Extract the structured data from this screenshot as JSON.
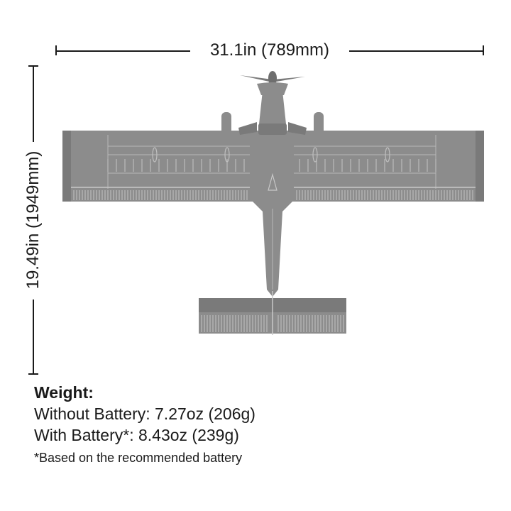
{
  "dimensions": {
    "wingspan_label": "31.1in (789mm)",
    "length_label": "19.49in (1949mm)"
  },
  "weight": {
    "heading": "Weight:",
    "without_battery": "Without Battery: 7.27oz (206g)",
    "with_battery": "With Battery*: 8.43oz (239g)",
    "footnote": "*Based on the recommended battery"
  },
  "colors": {
    "aircraft_fill": "#8c8c8c",
    "aircraft_dark": "#6e6e6e",
    "panel_lines": "#b8b8b8",
    "text": "#1a1a1a"
  }
}
